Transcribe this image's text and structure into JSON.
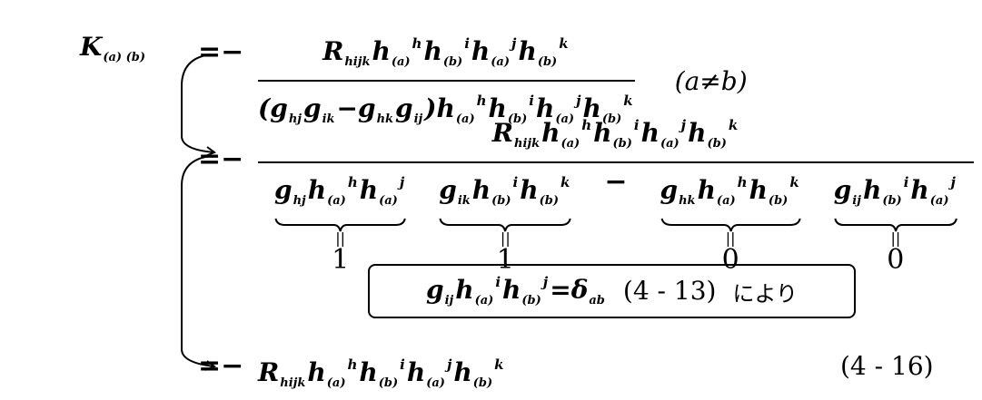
{
  "lhs": [
    [
      "K",
      "(a) (b)",
      ""
    ]
  ],
  "eq_sign": "=−",
  "eq1": {
    "numerator": [
      [
        "R",
        "hijk",
        ""
      ],
      [
        "h",
        "(a)",
        "h"
      ],
      [
        "h",
        "(b)",
        "i"
      ],
      [
        "h",
        "(a)",
        "j"
      ],
      [
        "h",
        "(b)",
        "k"
      ]
    ],
    "denominator": [
      [
        "(g",
        "hj",
        ""
      ],
      [
        "g",
        "ik",
        ""
      ],
      [
        "−g",
        "hk",
        ""
      ],
      [
        "g",
        "ij",
        ""
      ],
      [
        ")h",
        "(a)",
        "h"
      ],
      [
        "h",
        "(b)",
        "i"
      ],
      [
        "h",
        "(a)",
        "j"
      ],
      [
        "h",
        "(b)",
        "k"
      ]
    ],
    "condition": "(a≠b)"
  },
  "eq2": {
    "numerator": [
      [
        "R",
        "hijk",
        ""
      ],
      [
        "h",
        "(a)",
        "h"
      ],
      [
        "h",
        "(b)",
        "i"
      ],
      [
        "h",
        "(a)",
        "j"
      ],
      [
        "h",
        "(b)",
        "k"
      ]
    ],
    "groups": [
      {
        "tokens": [
          [
            "g",
            "hj",
            ""
          ],
          [
            "h",
            "(a)",
            "h"
          ],
          [
            "h",
            "(a)",
            "j"
          ]
        ],
        "value": "1"
      },
      {
        "tokens": [
          [
            "g",
            "ik",
            ""
          ],
          [
            "h",
            "(b)",
            "i"
          ],
          [
            "h",
            "(b)",
            "k"
          ]
        ],
        "value": "1"
      },
      {
        "tokens": [
          [
            "g",
            "hk",
            ""
          ],
          [
            "h",
            "(a)",
            "h"
          ],
          [
            "h",
            "(b)",
            "k"
          ]
        ],
        "value": "0"
      },
      {
        "tokens": [
          [
            "g",
            "ij",
            ""
          ],
          [
            "h",
            "(b)",
            "i"
          ],
          [
            "h",
            "(a)",
            "j"
          ]
        ],
        "value": "0"
      }
    ],
    "minus": "−",
    "equals_vertical": "||"
  },
  "note_box": {
    "tokens": [
      [
        "g",
        "ij",
        ""
      ],
      [
        "h",
        "(a)",
        "i"
      ],
      [
        "h",
        "(b)",
        "j"
      ],
      [
        "=δ",
        "ab",
        ""
      ]
    ],
    "ref": "(4 - 13)",
    "text": "により"
  },
  "eq3": {
    "expression": [
      [
        "R",
        "hijk",
        ""
      ],
      [
        "h",
        "(a)",
        "h"
      ],
      [
        "h",
        "(b)",
        "i"
      ],
      [
        "h",
        "(a)",
        "j"
      ],
      [
        "h",
        "(b)",
        "k"
      ]
    ],
    "label": "(4 - 16)"
  }
}
